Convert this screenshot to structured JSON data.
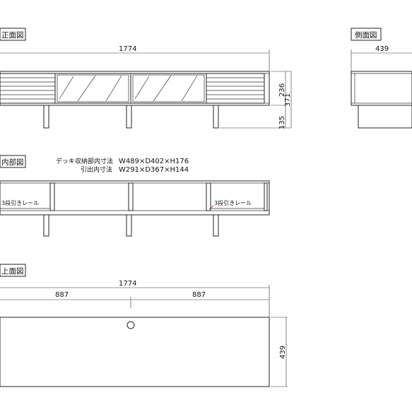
{
  "sections": {
    "front_title": "正面図",
    "side_title": "側面図",
    "interior_title": "内部図",
    "top_title": "上面図"
  },
  "dimensions": {
    "front_width": "1774",
    "front_upper_height": "236",
    "front_total_height": "371",
    "front_leg_height": "135",
    "side_depth": "439",
    "top_width": "1774",
    "top_half_left": "887",
    "top_half_right": "887",
    "top_depth": "439"
  },
  "specs": {
    "deck_label": "デッキ収納部内寸法",
    "deck_value": "W489×D402×H176",
    "drawer_label": "引出内寸法",
    "drawer_value": "W291×D367×H144"
  },
  "notes": {
    "rail_left": "3段引きレール",
    "rail_right": "3段引きレール"
  }
}
